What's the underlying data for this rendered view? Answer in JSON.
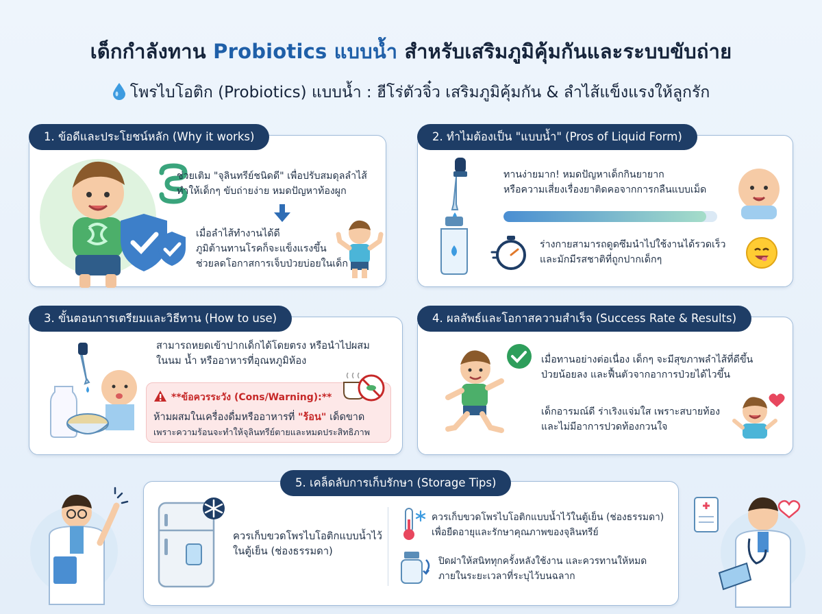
{
  "header": {
    "title_prefix": "เด็กกำลังทาน ",
    "title_highlight": "Probiotics แบบน้ำ",
    "title_suffix": " สำหรับเสริมภูมิคุ้มกันและระบบขับถ่าย",
    "subtitle": "โพรไบโอติก (Probiotics) แบบน้ำ : ฮีโร่ตัวจิ๋ว เสริมภูมิคุ้มกัน & ลำไส้แข็งแรงให้ลูกรัก"
  },
  "sections": {
    "s1": {
      "title": "1. ข้อดีและประโยชน์หลัก (Why it works)",
      "p1_line1": "ช่วยเติม \"จุลินทรีย์ชนิดดี\" เพื่อปรับสมดุลลำไส้",
      "p1_line2": "ทำให้เด็กๆ ขับถ่ายง่าย หมดปัญหาท้องผูก",
      "p2_line1": "เมื่อลำไส้ทำงานได้ดี",
      "p2_line2": "ภูมิต้านทานโรคก็จะแข็งแรงขึ้น",
      "p2_line3": "ช่วยลดโอกาสการเจ็บป่วยบ่อยในเด็ก"
    },
    "s2": {
      "title": "2. ทำไมต้องเป็น \"แบบน้ำ\" (Pros of Liquid Form)",
      "p1_line1": "ทานง่ายมาก! หมดปัญหาเด็กกินยายาก",
      "p1_line2": "หรือความเสี่ยงเรื่องยาติดคอจากการกลืนแบบเม็ด",
      "p2_line1": "ร่างกายสามารถดูดซึมนำไปใช้งานได้รวดเร็ว",
      "p2_line2": "และมักมีรสชาติที่ถูกปากเด็กๆ",
      "progress": 0.95
    },
    "s3": {
      "title": "3. ขั้นตอนการเตรียมและวิธีทาน (How to use)",
      "p1_line1": "สามารถหยดเข้าปากเด็กได้โดยตรง หรือนำไปผสม",
      "p1_line2": "ในนม น้ำ หรืออาหารที่อุณหภูมิห้อง",
      "warn_title": "**ข้อควรระวัง (Cons/Warning):**",
      "warn_l1_prefix": "ห้ามผสมในเครื่องดื่มหรืออาหารที่ ",
      "warn_l1_hot": "\"ร้อน\"",
      "warn_l1_suffix": " เด็ดขาด",
      "warn_l2": "เพราะความร้อนจะทำให้จุลินทรีย์ตายและหมดประสิทธิภาพ"
    },
    "s4": {
      "title": "4. ผลลัพธ์และโอกาสความสำเร็จ (Success Rate & Results)",
      "p1_line1": "เมื่อทานอย่างต่อเนื่อง เด็กๆ จะมีสุขภาพลำไส้ที่ดีขึ้น",
      "p1_line2": "ป่วยน้อยลง และฟื้นตัวจากอาการป่วยได้ไวขึ้น",
      "p2_line1": "เด็กอารมณ์ดี ร่าเริงแจ่มใส เพราะสบายท้อง",
      "p2_line2": "และไม่มีอาการปวดท้องกวนใจ"
    },
    "s5": {
      "title": "5. เคล็ดลับการเก็บรักษา (Storage Tips)",
      "left_line1": "ควรเก็บขวดโพรไบโอติกแบบน้ำไว้",
      "left_line2": "ในตู้เย็น (ช่องธรรมดา)",
      "r1_line1": "ควรเก็บขวดโพรไบโอติกแบบน้ำไว้ในตู้เย็น (ช่องธรรมดา)",
      "r1_line2": "เพื่อยืดอายุและรักษาคุณภาพของจุลินทรีย์",
      "r2_line1": "ปิดฝาให้สนิททุกครั้งหลังใช้งาน และควรทานให้หมด",
      "r2_line2": "ภายในระยะเวลาที่ระบุไว้บนฉลาก"
    }
  },
  "colors": {
    "navy": "#1e3d66",
    "accent_blue": "#1f5fa8",
    "warning_red": "#c62828",
    "check_green": "#2e9e5b"
  },
  "icons": [
    "water-drop-icon",
    "intestine-icon",
    "arrow-down-icon",
    "shield-check-icon",
    "dropper-icon",
    "bottle-icon",
    "stopwatch-icon",
    "baby-icon",
    "smile-emoji-icon",
    "warning-icon",
    "hot-cup-no-icon",
    "check-circle-icon",
    "heart-icon",
    "fridge-icon",
    "snowflake-icon",
    "thermometer-icon",
    "doctor-icon"
  ]
}
